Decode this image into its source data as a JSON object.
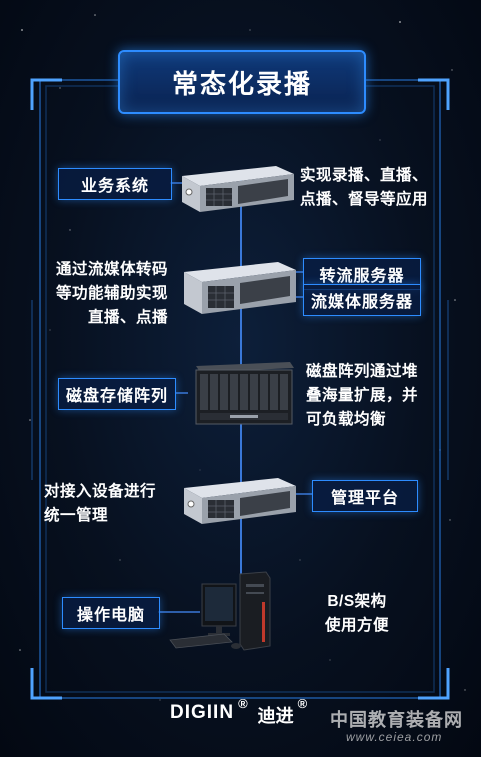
{
  "title": "常态化录播",
  "rows": [
    {
      "label": "业务系统",
      "note_lines": [
        "实现录播、直播、",
        "点播、督导等应用"
      ]
    },
    {
      "note_lines": [
        "通过流媒体转码",
        "等功能辅助实现",
        "直播、点播"
      ],
      "labels": [
        "转流服务器",
        "流媒体服务器"
      ]
    },
    {
      "label": "磁盘存储阵列",
      "note_lines": [
        "磁盘阵列通过堆",
        "叠海量扩展，并",
        "可负载均衡"
      ]
    },
    {
      "note_lines": [
        "对接入设备进行",
        "统一管理"
      ],
      "label": "管理平台"
    },
    {
      "label": "操作电脑",
      "note_lines": [
        "B/S架构",
        "使用方便"
      ]
    }
  ],
  "brand": {
    "name_en": "DIGIIN",
    "registered": "®",
    "name_cn": "迪进"
  },
  "watermark": {
    "cn": "中国教育装备网",
    "url": "www.ceiea.com"
  },
  "colors": {
    "accent": "#2d8cff",
    "background": "#07101f",
    "text": "#ffffff"
  }
}
